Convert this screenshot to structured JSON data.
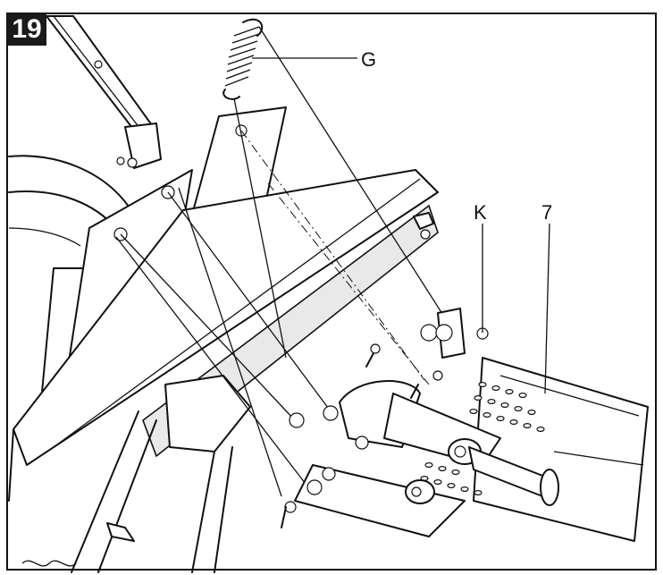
{
  "figure": {
    "step_number": "19",
    "callouts": {
      "G": "G",
      "K": "K",
      "seven": "7"
    }
  }
}
